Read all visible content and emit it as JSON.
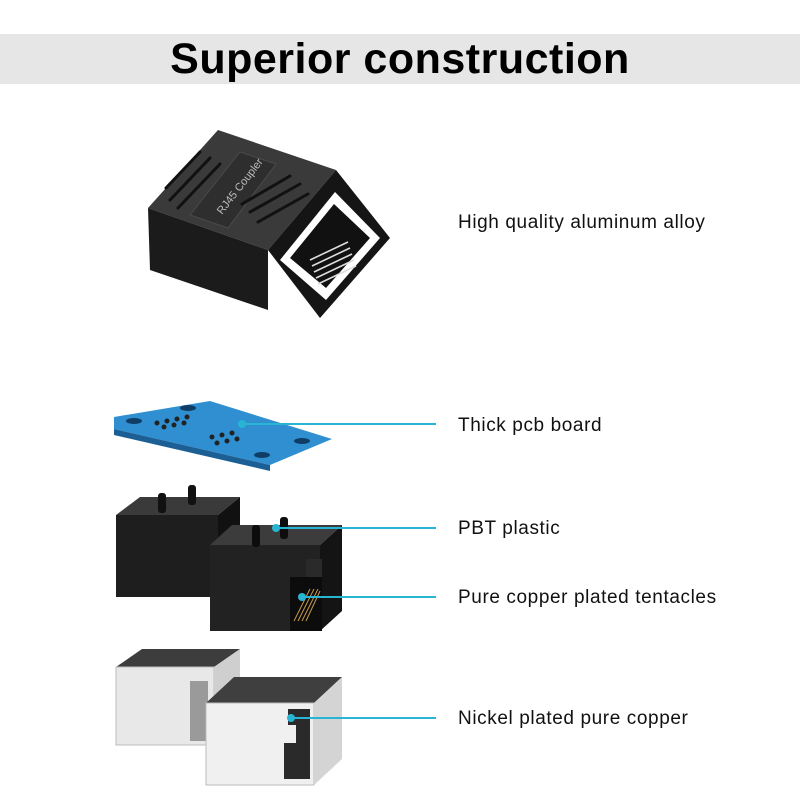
{
  "title": "Superior construction",
  "product": {
    "coupler_marking": "RJ45 Coupler"
  },
  "callouts": [
    {
      "id": "aluminum",
      "label": "High quality aluminum alloy"
    },
    {
      "id": "pcb",
      "label": "Thick pcb board"
    },
    {
      "id": "pbt",
      "label": "PBT plastic"
    },
    {
      "id": "copper-tentacles",
      "label": "Pure copper plated tentacles"
    },
    {
      "id": "nickel",
      "label": "Nickel plated pure copper"
    }
  ],
  "colors": {
    "leader_line": "#27b5d3",
    "title_band": "#e6e6e6",
    "pcb_blue": "#2f8fd0"
  }
}
